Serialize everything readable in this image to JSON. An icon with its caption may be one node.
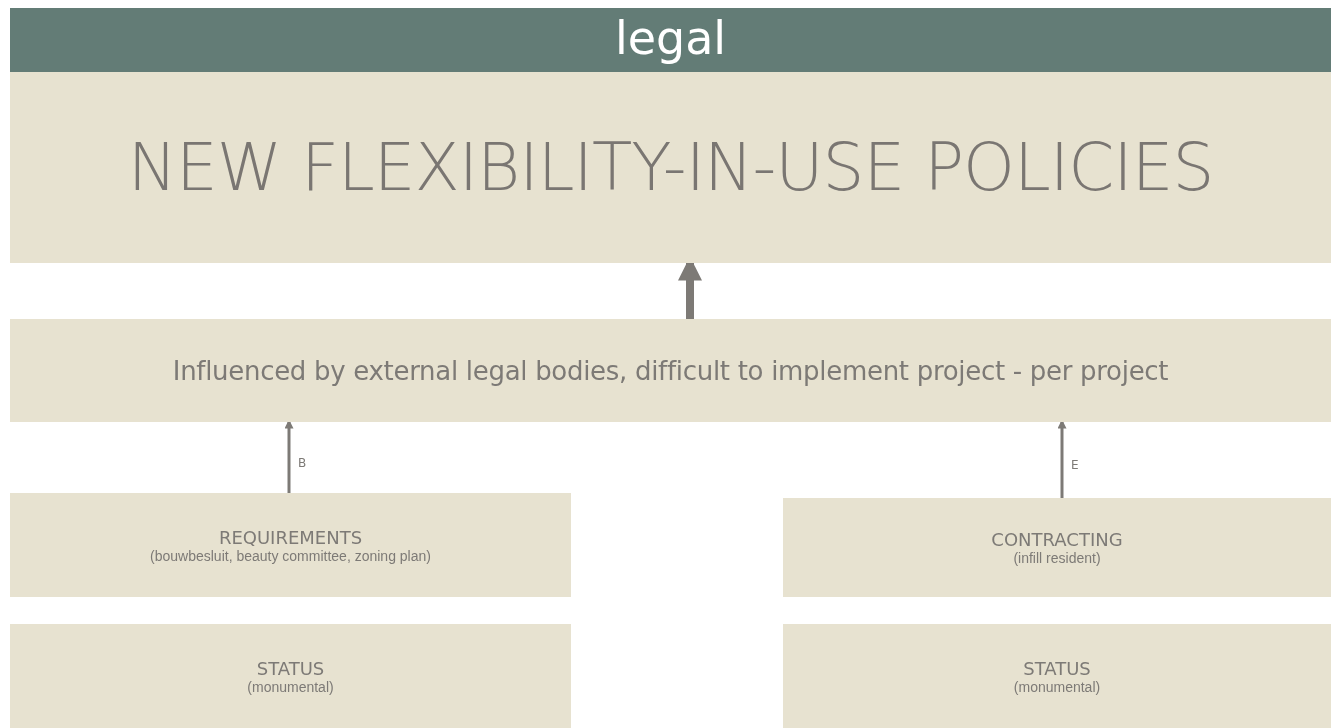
{
  "diagram": {
    "nodes": [
      {
        "text": [
          "legal"
        ]
      },
      {
        "text": [
          "NEW FLEXIBILITY-IN-USE POLICIES"
        ]
      },
      {
        "text": [
          "Influenced by external legal bodies, difficult to implement project - per project"
        ]
      },
      {
        "text": [
          "REQUIREMENTS",
          "(bouwbesluit, beauty committee, zoning plan)"
        ]
      },
      {
        "text": [
          "CONTRACTING",
          "(infill resident)"
        ]
      },
      {
        "text": [
          "STATUS",
          "(monumental)"
        ]
      },
      {
        "text": [
          "STATUS",
          "(monumental)"
        ]
      }
    ],
    "edges": [
      {
        "from": 2,
        "to": 1,
        "arrow": "to",
        "style": "thick"
      },
      {
        "from": 3,
        "to": 2,
        "arrow": "to",
        "label": "B"
      },
      {
        "from": 4,
        "to": 2,
        "arrow": "to",
        "label": "E"
      }
    ]
  }
}
